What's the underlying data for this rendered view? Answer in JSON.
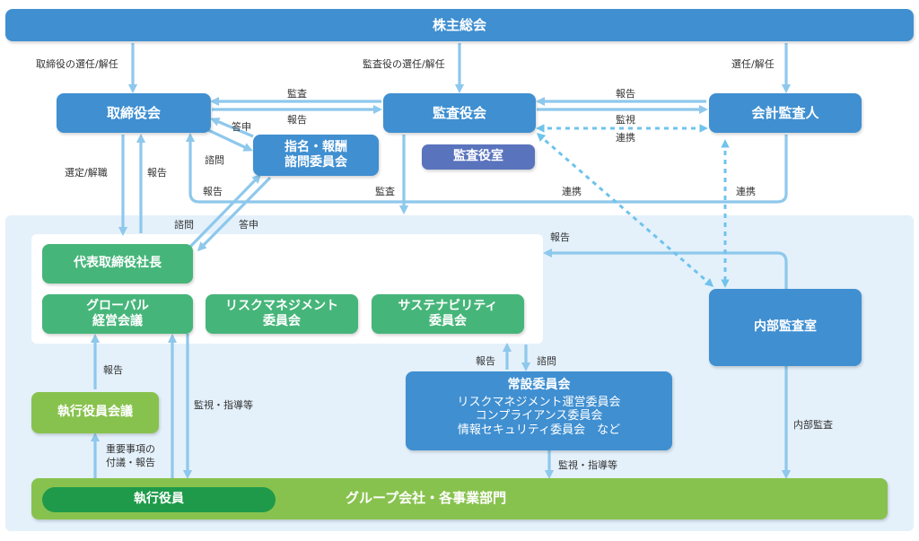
{
  "boxes": {
    "shareholders": "株主総会",
    "board": "取締役会",
    "audit_board": "監査役会",
    "accounting_auditor": "会計監査人",
    "nomination_committee": [
      "指名・報酬",
      "諮問委員会"
    ],
    "audit_office": "監査役室",
    "president": "代表取締役社長",
    "global_meeting": [
      "グローバル",
      "経営会議"
    ],
    "risk_committee": [
      "リスクマネジメント",
      "委員会"
    ],
    "sustainability_committee": [
      "サステナビリティ",
      "委員会"
    ],
    "internal_audit": "内部監査室",
    "standing_committees_title": "常設委員会",
    "standing_committees_items": [
      "リスクマネジメント運営委員会",
      "コンプライアンス委員会",
      "情報セキュリティ委員会　など"
    ],
    "officers_meeting": "執行役員会議",
    "group_companies": "グループ会社・各事業部門",
    "officers": "執行役員"
  },
  "labels": {
    "elect_directors": "取締役の選任/解任",
    "elect_auditors": "監査役の選任/解任",
    "elect_accounting": "選任/解任",
    "audit_to_board": "監査",
    "report_to_audit": "報告",
    "report_top_right": "報告",
    "monitor": "監視",
    "cooperation_mid": "連携",
    "answer_nom": "答申",
    "consult_nom": "諮問",
    "report_bottom_loop": "報告",
    "audit_bottom_loop": "監査",
    "cooperation_bottom": "連携",
    "cooperation_right": "連携",
    "select_dismiss": "選定/解職",
    "report_president_up": "報告",
    "consult_president": "諮問",
    "answer_president": "答申",
    "report_internal": "報告",
    "report_standing": "報告",
    "consult_standing": "諮問",
    "report_officers_meeting": "報告",
    "monitor_guide_left": "監視・指導等",
    "monitor_guide_bottom": "監視・指導等",
    "important_matters": [
      "重要事項の",
      "付議・報告"
    ],
    "internal_audit_down": "内部監査"
  },
  "colors": {
    "blue": "#3f8fd1",
    "navy": "#5973bd",
    "green": "#46b57a",
    "lime": "#88c24e",
    "dark_green": "#1e9a4a",
    "arrow": "#8ec8ec",
    "dashed_arrow": "#6fc3ec",
    "panel": "#e4f1fb"
  }
}
